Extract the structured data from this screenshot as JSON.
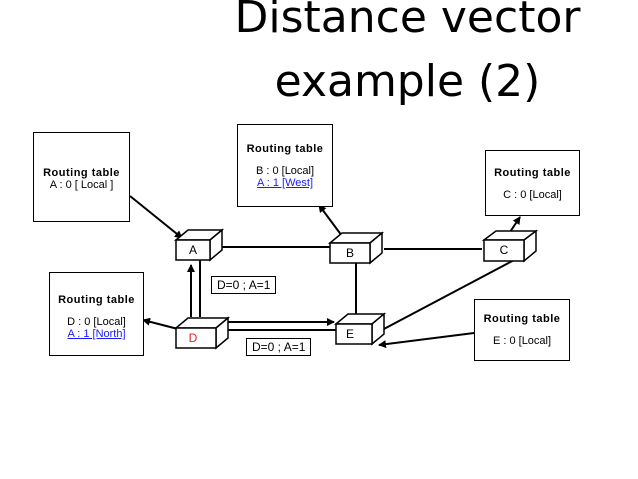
{
  "title": {
    "line1": "Distance vector",
    "line2": "example (2)"
  },
  "routing_tables": {
    "A": {
      "heading": "Routing table",
      "entries": [
        "A : 0 [ Local ]"
      ]
    },
    "B": {
      "heading": "Routing table",
      "entries": [
        "B : 0 [Local]",
        "A : 1 [West]"
      ]
    },
    "C": {
      "heading": "Routing table",
      "entries": [
        "C : 0 [Local]"
      ]
    },
    "D": {
      "heading": "Routing table",
      "entries": [
        "D : 0 [Local]",
        "A : 1 [North]"
      ]
    },
    "E": {
      "heading": "Routing table",
      "entries": [
        "E : 0 [Local]"
      ]
    }
  },
  "nodes": {
    "A": "A",
    "B": "B",
    "C": "C",
    "D": "D",
    "E": "E"
  },
  "messages": {
    "d_to_a": "D=0 ; A=1",
    "d_to_e": "D=0 ; A=1"
  },
  "colors": {
    "new_entry": "#1a1aff",
    "active_node": "#e02020"
  }
}
